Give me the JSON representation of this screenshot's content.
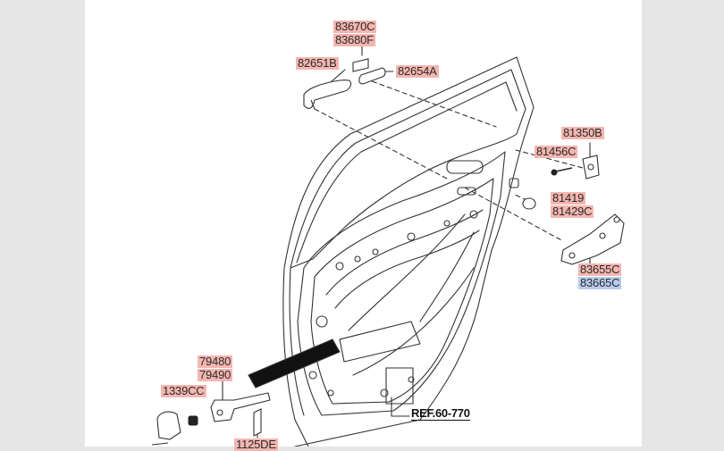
{
  "callouts": {
    "p83670C": "83670C",
    "p83680F": "83680F",
    "p82651B": "82651B",
    "p82654A": "82654A",
    "p81350B": "81350B",
    "p81456C": "81456C",
    "p81419": "81419",
    "p81429C": "81429C",
    "p83655C": "83655C",
    "p83665C": "83665C",
    "p79480": "79480",
    "p79490": "79490",
    "p1339CC": "1339CC",
    "p1125DE": "1125DE"
  },
  "reference": "REF.60-770",
  "colors": {
    "highlight_red": "#f4b6b0",
    "highlight_blue": "#b8cdee",
    "line": "#333333",
    "background": "#e6e6e6",
    "sheet": "#ffffff"
  }
}
